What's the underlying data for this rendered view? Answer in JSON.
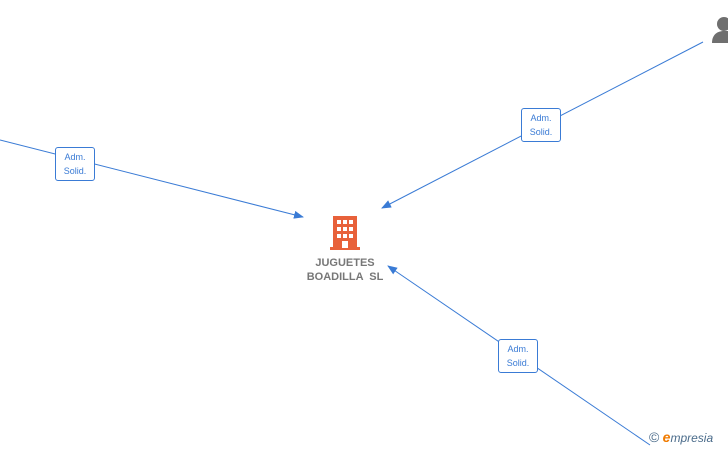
{
  "company": {
    "name_line1": "JUGUETES",
    "name_line2": "BOADILLA  SL",
    "icon": "building-icon",
    "icon_color": "#e8613a"
  },
  "person": {
    "icon": "person-icon",
    "icon_color": "#6f6f6f"
  },
  "edges": [
    {
      "role_line1": "Adm.",
      "role_line2": "Solid."
    },
    {
      "role_line1": "Adm.",
      "role_line2": "Solid."
    },
    {
      "role_line1": "Adm.",
      "role_line2": "Solid."
    }
  ],
  "edge_color": "#3a7bd5",
  "watermark": {
    "symbol": "©",
    "brand_initial": "e",
    "brand_rest": "mpresia"
  }
}
